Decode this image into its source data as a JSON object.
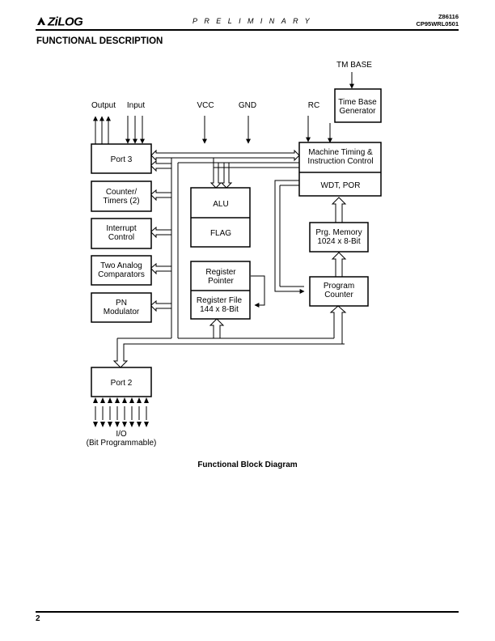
{
  "header": {
    "logo_text": "ZiLOG",
    "preliminary": "PRELIMINARY",
    "part_number": "Z86116",
    "document_number": "CP95WRL0501"
  },
  "section_title": "FUNCTIONAL DESCRIPTION",
  "diagram": {
    "blocks": {
      "port3": "Port 3",
      "counter_line1": "Counter/",
      "counter_line2": "Timers (2)",
      "interrupt_line1": "Interrupt",
      "interrupt_line2": "Control",
      "comparators_line1": "Two Analog",
      "comparators_line2": "Comparators",
      "pn_line1": "PN",
      "pn_line2": "Modulator",
      "port2": "Port 2",
      "alu": "ALU",
      "flag": "FLAG",
      "regptr_line1": "Register",
      "regptr_line2": "Pointer",
      "regfile_line1": "Register File",
      "regfile_line2": "144 x 8-Bit",
      "timing_line1": "Machine Timing &",
      "timing_line2": "Instruction Control",
      "wdt": "WDT, POR",
      "timebase_line1": "Time Base",
      "timebase_line2": "Generator",
      "prgmem_line1": "Prg. Memory",
      "prgmem_line2": "1024 x 8-Bit",
      "pc_line1": "Program",
      "pc_line2": "Counter"
    },
    "signals": {
      "tm_base": "TM BASE",
      "output": "Output",
      "input": "Input",
      "vcc": "VCC",
      "gnd": "GND",
      "rc": "RC",
      "io": "I/O",
      "io_sub": "(Bit Programmable)"
    }
  },
  "caption": "Functional Block Diagram",
  "footer": {
    "page_number": "2"
  }
}
